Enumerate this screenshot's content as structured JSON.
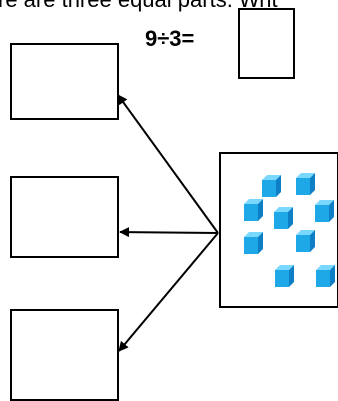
{
  "header": {
    "instruction_text": "re are three equal parts. Writ"
  },
  "equation": {
    "text": "9÷3="
  },
  "cubes": {
    "count": 9,
    "color": "#1fa8e8",
    "top_color": "#7ad8ff",
    "side_color": "#0e7fc4"
  }
}
